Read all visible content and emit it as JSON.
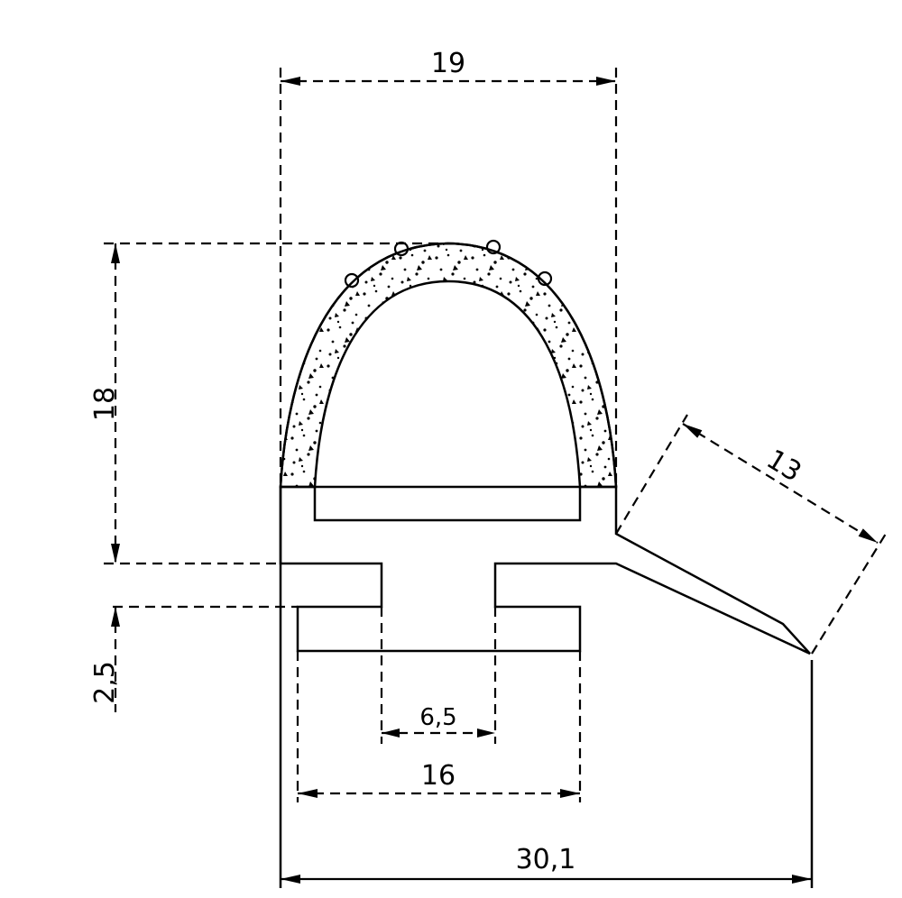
{
  "drawing": {
    "subject": "seal-profile-cross-section",
    "line_color": "#000000",
    "background": "#ffffff",
    "dimensions": {
      "top_width": "19",
      "bulb_height": "18",
      "slot_height": "2,5",
      "neck_width": "6,5",
      "base_width": "16",
      "overall_width": "30,1",
      "lip_length": "13"
    }
  }
}
